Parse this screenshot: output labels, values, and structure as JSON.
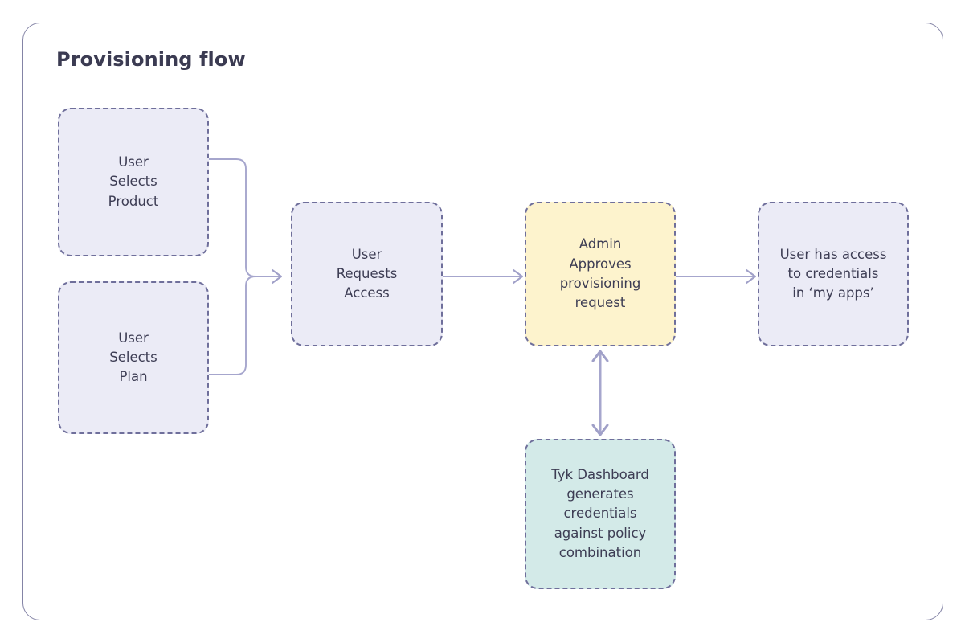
{
  "diagram": {
    "title": "Provisioning flow",
    "accent_border": "#6f6f9b",
    "frame_border": "#8484a6",
    "connector_color": "#a6a6cd",
    "text_color": "#3d3d54",
    "nodes": [
      {
        "id": "user-selects-product",
        "label": "User\nSelects\nProduct",
        "fill": "#ebebf6",
        "style": "dashed"
      },
      {
        "id": "user-selects-plan",
        "label": "User\nSelects\nPlan",
        "fill": "#ebebf6",
        "style": "dashed"
      },
      {
        "id": "user-requests-access",
        "label": "User\nRequests\nAccess",
        "fill": "#ebebf6",
        "style": "dashed"
      },
      {
        "id": "admin-approves",
        "label": "Admin\nApproves\nprovisioning\nrequest",
        "fill": "#fdf3cd",
        "style": "dashed"
      },
      {
        "id": "user-has-access",
        "label": "User has access\nto credentials\nin ‘my apps’",
        "fill": "#ebebf6",
        "style": "dashed"
      },
      {
        "id": "tyk-dashboard",
        "label": "Tyk Dashboard\ngenerates\ncredentials\nagainst policy\ncombination",
        "fill": "#d3eae8",
        "style": "dashed"
      }
    ],
    "edges": [
      {
        "id": "product-to-requests",
        "from": "user-selects-product",
        "to": "user-requests-access",
        "arrow": "single",
        "shape": "elbow"
      },
      {
        "id": "plan-to-requests",
        "from": "user-selects-plan",
        "to": "user-requests-access",
        "arrow": "single",
        "shape": "elbow"
      },
      {
        "id": "requests-to-admin",
        "from": "user-requests-access",
        "to": "admin-approves",
        "arrow": "single",
        "shape": "straight"
      },
      {
        "id": "admin-to-access",
        "from": "admin-approves",
        "to": "user-has-access",
        "arrow": "single",
        "shape": "straight"
      },
      {
        "id": "admin-tyk-bidirectional",
        "from": "admin-approves",
        "to": "tyk-dashboard",
        "arrow": "double",
        "shape": "vertical"
      }
    ]
  }
}
